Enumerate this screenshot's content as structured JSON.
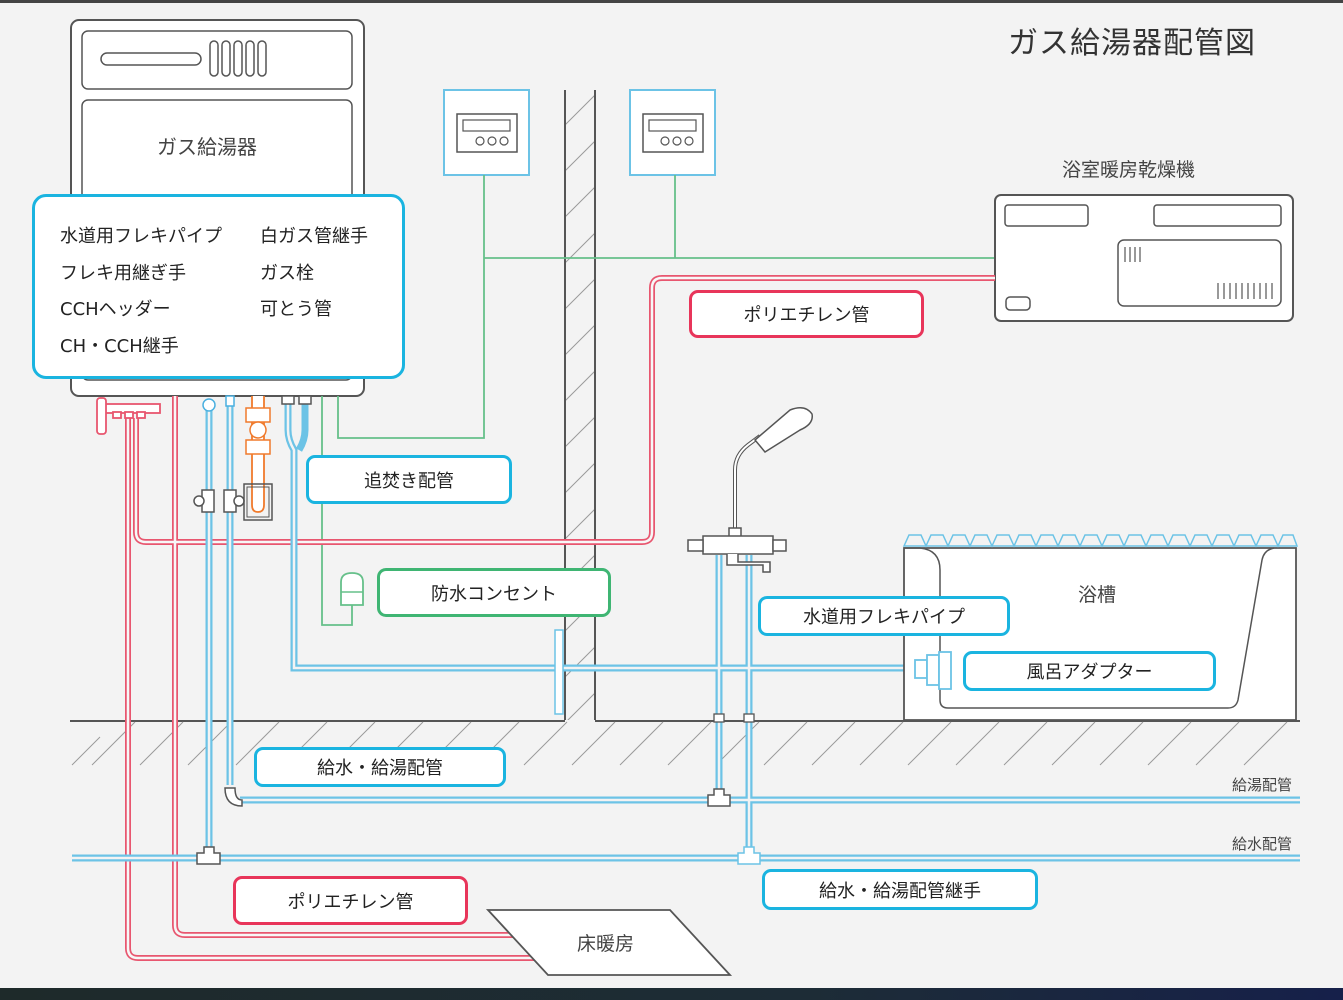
{
  "title": "ガス給湯器配管図",
  "water_heater": {
    "label": "ガス給湯器"
  },
  "parts_list": {
    "left": [
      "水道用フレキパイプ",
      "フレキ用継ぎ手",
      "CCHヘッダー",
      "CH・CCH継手"
    ],
    "right": [
      "白ガス管継手",
      "ガス栓",
      "可とう管"
    ]
  },
  "bathroom_dryer": {
    "label": "浴室暖房乾燥機"
  },
  "bathtub": {
    "label": "浴槽"
  },
  "floor_heating": {
    "label": "床暖房"
  },
  "callouts": {
    "polyethylene_upper": "ポリエチレン管",
    "reheat_pipe": "追焚き配管",
    "waterproof_outlet": "防水コンセント",
    "flexible_pipe": "水道用フレキパイプ",
    "bath_adapter": "風呂アダプター",
    "supply_pipe": "給水・給湯配管",
    "polyethylene_lower": "ポリエチレン管",
    "supply_joint": "給水・給湯配管継手"
  },
  "pipe_labels": {
    "hot_water": "給湯配管",
    "cold_water": "給水配管"
  },
  "remotes": [
    {
      "name": "remote-controller-1"
    },
    {
      "name": "remote-controller-2"
    }
  ],
  "colors": {
    "water_pipe": "#6cc3e6",
    "heating_pipe": "#e8566f",
    "electric_line": "#66c08a",
    "gas_pipe": "#f07a2c",
    "callout_blue": "#1ab4e0",
    "callout_red": "#e8355a",
    "callout_green": "#3fb573",
    "outline": "#555555"
  }
}
